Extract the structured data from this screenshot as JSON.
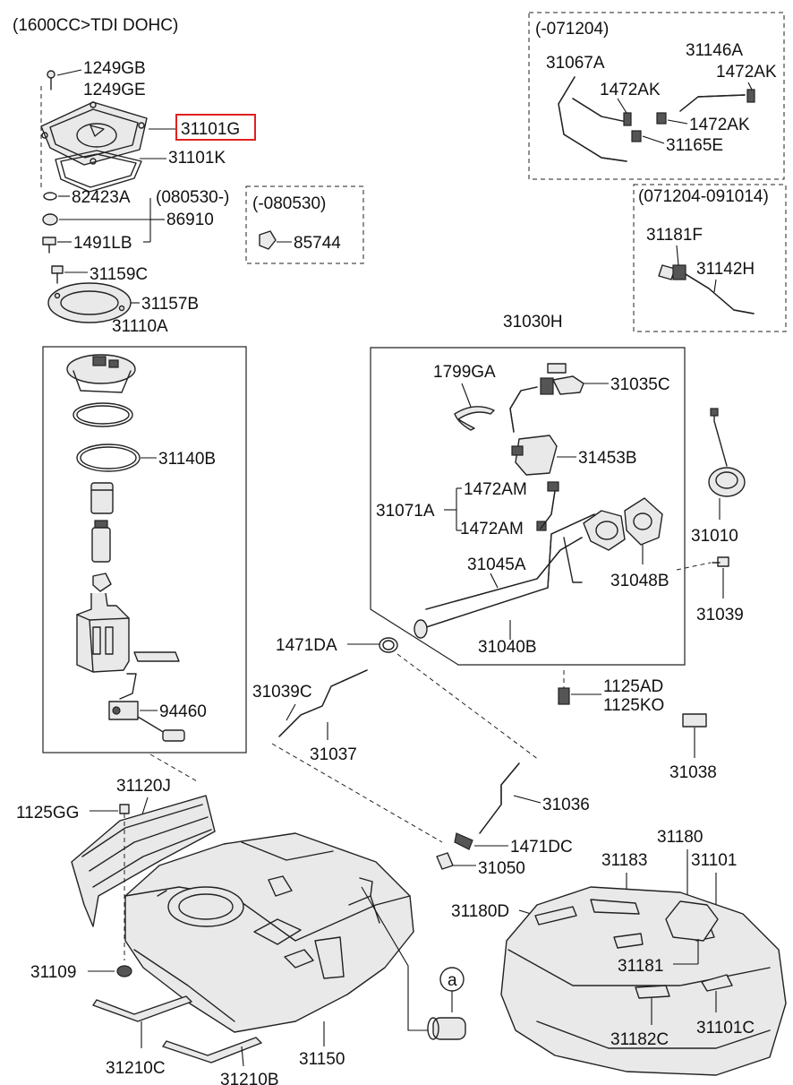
{
  "header": {
    "engine_note": "(1600CC>TDI DOHC)"
  },
  "callouts": {
    "p1249GB": "1249GB",
    "p1249GE": "1249GE",
    "p31101G": "31101G",
    "p31101K": "31101K",
    "p82423A": "82423A",
    "p080530_open": "(080530-)",
    "p86910": "86910",
    "p1491LB": "1491LB",
    "p_080530_box": "(-080530)",
    "p85744": "85744",
    "p31159C": "31159C",
    "p31157B": "31157B",
    "p31110A": "31110A",
    "p31140B": "31140B",
    "p94460": "94460",
    "p_071204_box": "(-071204)",
    "p31067A": "31067A",
    "p31146A": "31146A",
    "p1472AK_1": "1472AK",
    "p1472AK_2": "1472AK",
    "p1472AK_3": "1472AK",
    "p31165E": "31165E",
    "p071204_091014_box": "(071204-091014)",
    "p31181F": "31181F",
    "p31142H": "31142H",
    "p31030H": "31030H",
    "p1799GA": "1799GA",
    "p31035C": "31035C",
    "p31453B": "31453B",
    "p1472AM_1": "1472AM",
    "p1472AM_2": "1472AM",
    "p31071A": "31071A",
    "p31045A": "31045A",
    "p31048B": "31048B",
    "p31040B": "31040B",
    "p31010": "31010",
    "p31039": "31039",
    "p1471DA": "1471DA",
    "p31039C": "31039C",
    "p31037": "31037",
    "p1125AD": "1125AD",
    "p1125KO": "1125KO",
    "p31038": "31038",
    "p31036": "31036",
    "p31120J": "31120J",
    "p1125GG": "1125GG",
    "p1471DC": "1471DC",
    "p31050": "31050",
    "p31180": "31180",
    "p31183": "31183",
    "p31101": "31101",
    "p31180D": "31180D",
    "p31181": "31181",
    "p31109": "31109",
    "p_a": "a",
    "p31182C": "31182C",
    "p31101C": "31101C",
    "p31150": "31150",
    "p31210C": "31210C",
    "p31210B": "31210B"
  },
  "highlight": {
    "part": "31101G",
    "color": "#e02020"
  }
}
